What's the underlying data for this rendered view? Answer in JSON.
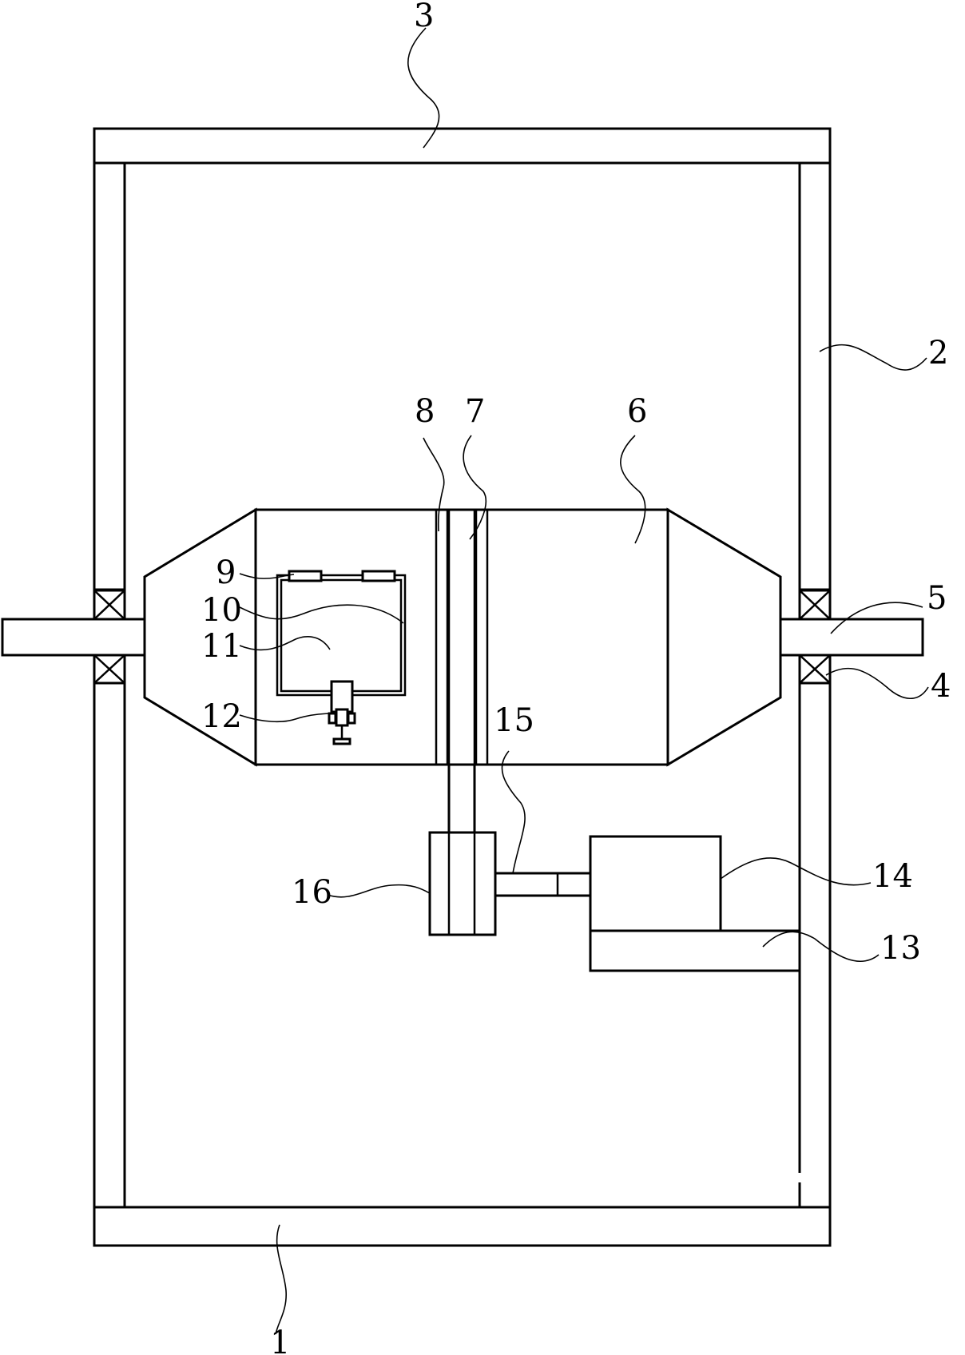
{
  "labels": {
    "l1": "1",
    "l2": "2",
    "l3": "3",
    "l4": "4",
    "l5": "5",
    "l6": "6",
    "l7": "7",
    "l8": "8",
    "l9": "9",
    "l10": "10",
    "l11": "11",
    "l12": "12",
    "l13": "13",
    "l14": "14",
    "l15": "15",
    "l16": "16"
  },
  "colors": {
    "line": "#000000",
    "background": "#ffffff"
  }
}
